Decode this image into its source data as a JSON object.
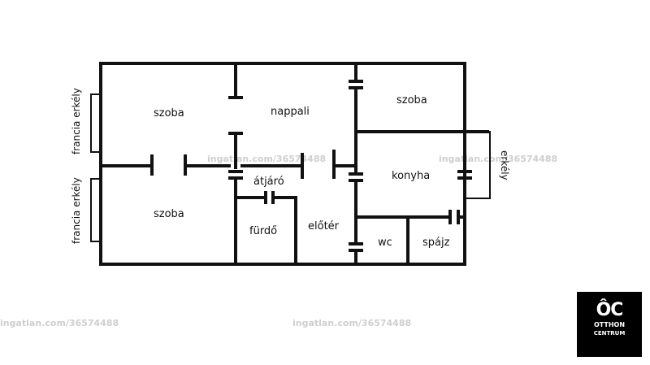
{
  "rooms": {
    "szoba_top": "szoba",
    "nappali": "nappali",
    "szoba_right": "szoba",
    "szoba_bottom": "szoba",
    "atjaro": "átjáró",
    "furdo": "fürdő",
    "eloter": "előtér",
    "konyha": "konyha",
    "wc": "wc",
    "spajz": "spájz"
  },
  "balconies": {
    "francia_top": "francia erkély",
    "francia_bottom": "francia erkély",
    "erkely": "erkély"
  },
  "watermarks": {
    "text": "ingatlan.com/36574488"
  },
  "logo": {
    "mark": "ÔC",
    "line1": "OTTHON",
    "line2": "CENTRUM"
  }
}
